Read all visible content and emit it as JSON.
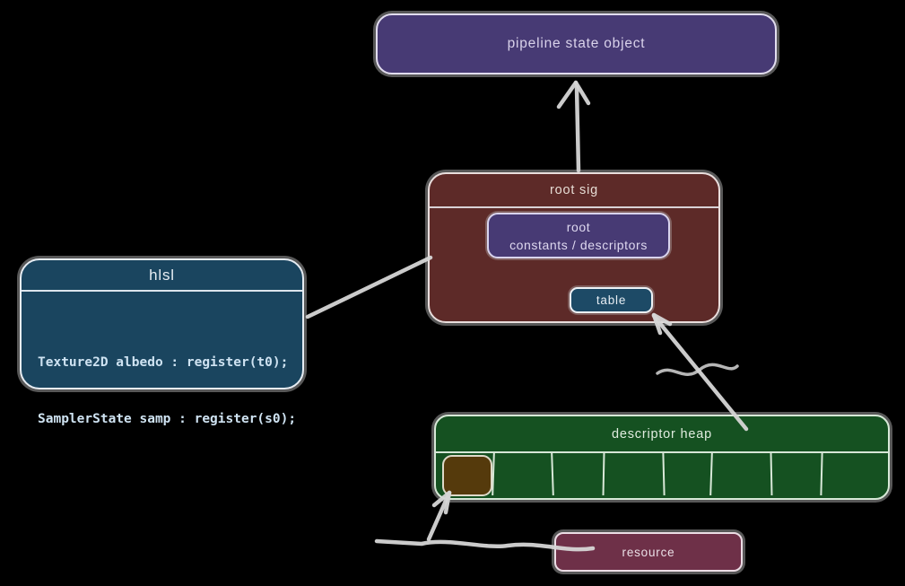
{
  "diagram": {
    "background": "#000000",
    "connector_color": "#d6d6d6",
    "nodes": {
      "pipeline_state_object": {
        "label": "pipeline state object",
        "fill": "#473a74"
      },
      "root_sig": {
        "title": "root sig",
        "fill": "#5d2a28"
      },
      "root_constants": {
        "line1": "root",
        "line2": "constants / descriptors",
        "fill": "#473a74"
      },
      "table": {
        "label": "table",
        "fill": "#1d4a66"
      },
      "hlsl": {
        "title": "hlsl",
        "fill": "#1a455f",
        "code": [
          "Texture2D albedo : register(t0);",
          "SamplerState samp : register(s0);"
        ]
      },
      "descriptor_heap": {
        "title": "descriptor heap",
        "fill": "#155121",
        "cell_count": 8,
        "filled_cell": {
          "index": 0,
          "fill": "#553a0c"
        }
      },
      "resource": {
        "label": "resource",
        "fill": "#6e3048"
      }
    },
    "connectors": [
      {
        "from": "root_sig",
        "to": "pipeline_state_object",
        "arrowhead": "at pipeline_state_object"
      },
      {
        "from": "hlsl",
        "to": "root_sig",
        "arrowhead": "none"
      },
      {
        "from": "descriptor_heap",
        "to": "table",
        "arrowhead": "at table"
      },
      {
        "from": "resource",
        "to": "descriptor_heap filled cell",
        "arrowhead": "at cell"
      }
    ]
  }
}
